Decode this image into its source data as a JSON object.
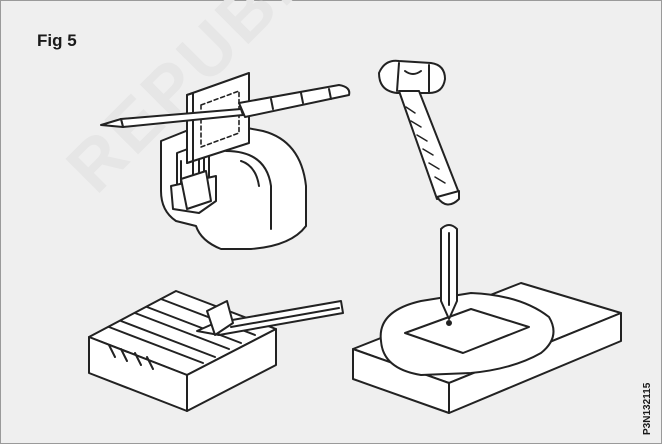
{
  "figure": {
    "label": "Fig 5",
    "code": "P3N132115",
    "watermark": "REPUBLISHED"
  },
  "illustrations": [
    {
      "name": "vice-holding-template-with-scriber"
    },
    {
      "name": "ball-pein-hammer"
    },
    {
      "name": "scribing-on-v-block-with-pencil"
    },
    {
      "name": "center-punch-marking-on-plate"
    }
  ],
  "colors": {
    "background": "#efefef",
    "border": "#9a9a9a",
    "line": "#222222",
    "fill": "#ffffff"
  }
}
